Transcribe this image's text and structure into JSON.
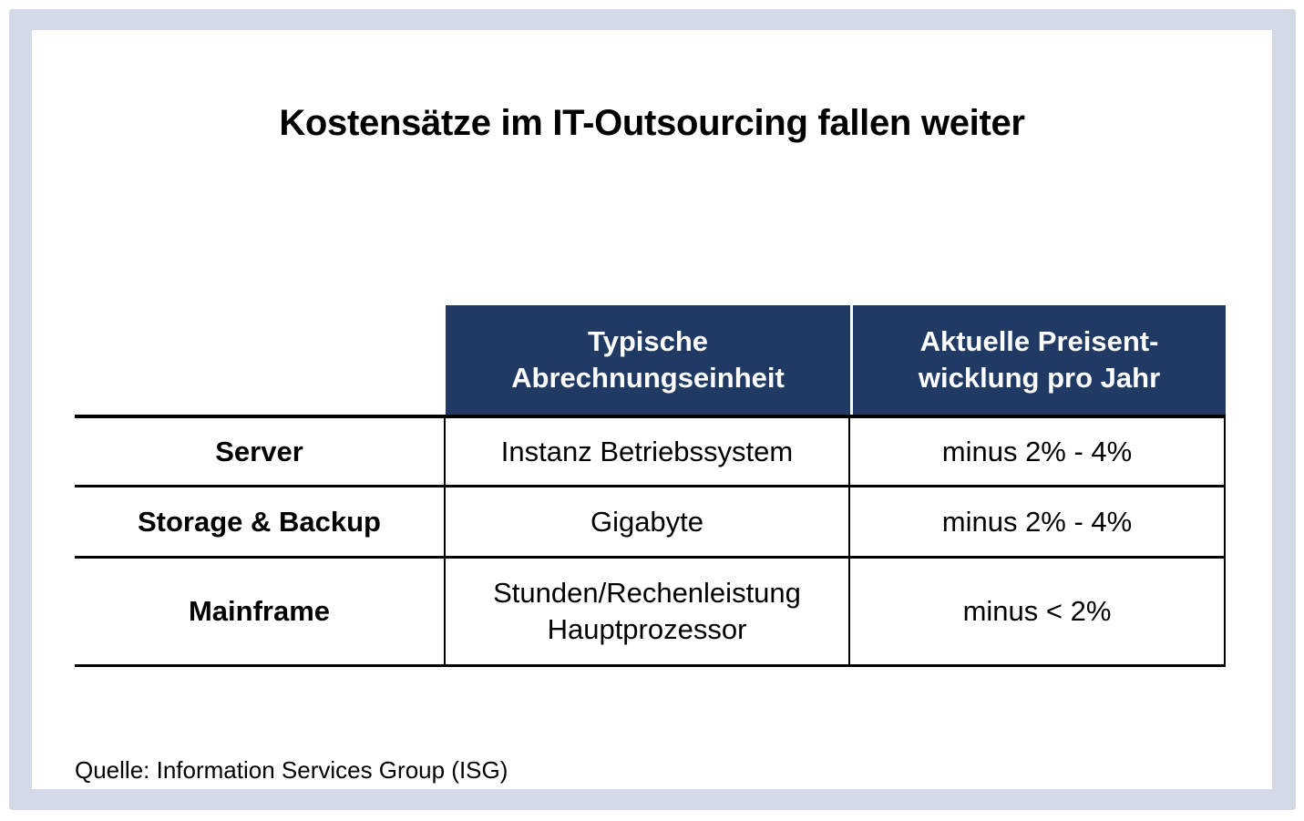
{
  "title": "Kostensätze im IT-Outsourcing fallen weiter",
  "table": {
    "column_headers": [
      {
        "label": "Typische\nAbrechnungseinheit"
      },
      {
        "label": "Aktuelle Preisent-\nwicklung pro Jahr"
      }
    ],
    "rows": [
      {
        "label": "Server",
        "unit": "Instanz Betriebssystem",
        "trend": "minus 2% - 4%"
      },
      {
        "label": "Storage & Backup",
        "unit": "Gigabyte",
        "trend": "minus 2% - 4%"
      },
      {
        "label": "Mainframe",
        "unit": "Stunden/Rechenleistung\nHauptprozessor",
        "trend": "minus < 2%"
      }
    ]
  },
  "source": "Quelle: Information Services Group (ISG)",
  "colors": {
    "frame": "#d4dae5",
    "panel": "#ffffff",
    "header_bg": "#203a63",
    "header_text": "#ffffff",
    "grid_line": "#000000",
    "text": "#000000"
  },
  "chart_data": {
    "type": "table",
    "title": "Kostensätze im IT-Outsourcing fallen weiter",
    "columns": [
      "",
      "Typische Abrechnungseinheit",
      "Aktuelle Preisentwicklung pro Jahr"
    ],
    "rows": [
      [
        "Server",
        "Instanz Betriebssystem",
        "minus 2% - 4%"
      ],
      [
        "Storage & Backup",
        "Gigabyte",
        "minus 2% - 4%"
      ],
      [
        "Mainframe",
        "Stunden/Rechenleistung Hauptprozessor",
        "minus < 2%"
      ]
    ],
    "source": "Quelle: Information Services Group (ISG)"
  }
}
